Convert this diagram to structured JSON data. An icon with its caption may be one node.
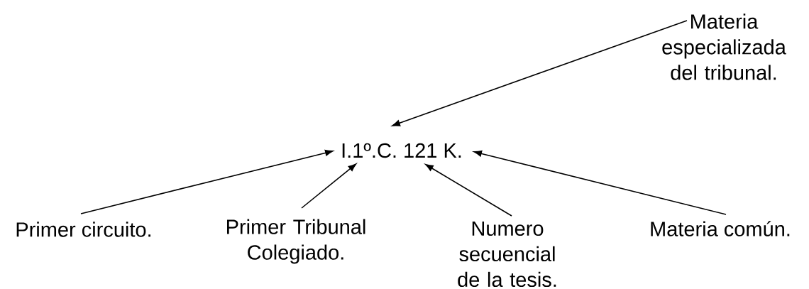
{
  "diagram": {
    "nodes": [
      {
        "text": [
          "I.1º.C. 121 K."
        ]
      },
      {
        "text": [
          "Materia especializada del tribunal."
        ]
      },
      {
        "text": [
          "Primer circuito."
        ]
      },
      {
        "text": [
          "Primer Tribunal Colegiado."
        ]
      },
      {
        "text": [
          "Numero secuencial de la tesis."
        ]
      },
      {
        "text": [
          "Materia común."
        ]
      }
    ],
    "edges": [
      {
        "from": 1,
        "to": 0,
        "arrow": "to"
      },
      {
        "from": 2,
        "to": 0,
        "arrow": "to"
      },
      {
        "from": 3,
        "to": 0,
        "arrow": "to"
      },
      {
        "from": 4,
        "to": 0,
        "arrow": "to"
      },
      {
        "from": 5,
        "to": 0,
        "arrow": "to"
      }
    ]
  }
}
